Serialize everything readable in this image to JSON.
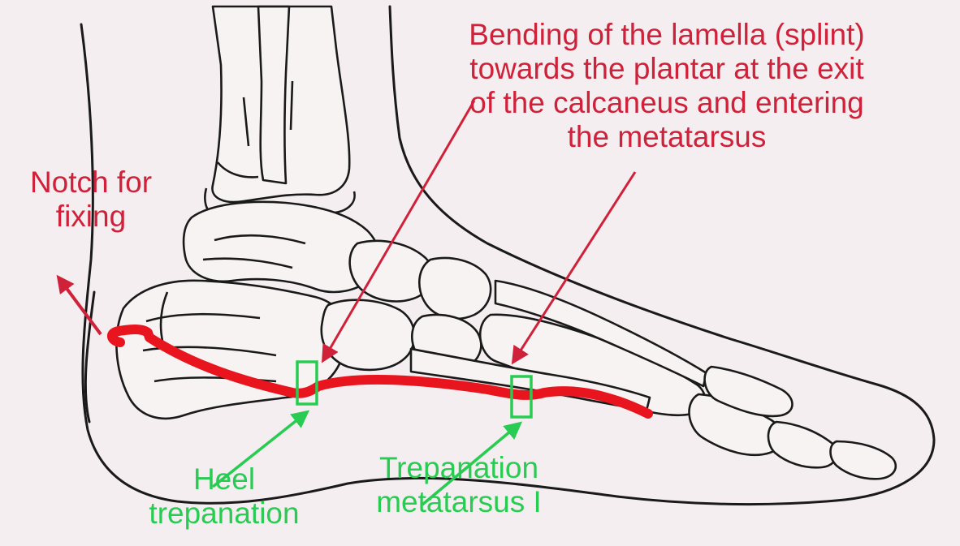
{
  "labels": {
    "bending": {
      "lines": [
        "Bending of the lamella (splint)",
        "towards the plantar at the exit",
        "of the calcaneus and entering",
        "the metatarsus"
      ]
    },
    "notch": {
      "lines": [
        "Notch for",
        "fixing"
      ]
    },
    "heel": {
      "lines": [
        "Heel",
        "trepanation"
      ]
    },
    "metatarsus": {
      "lines": [
        "Trepanation",
        "metatarsus I"
      ]
    }
  },
  "colors": {
    "background": "#f5eef0",
    "annotation_red": "#d0213a",
    "splint_red": "#e8141e",
    "annotation_green": "#29cc52",
    "bone_outline": "#1a1a1a"
  },
  "icons": {
    "splint": "red-lamella-line",
    "trepanation_marker": "green-square-marker",
    "pointer": "arrow"
  }
}
